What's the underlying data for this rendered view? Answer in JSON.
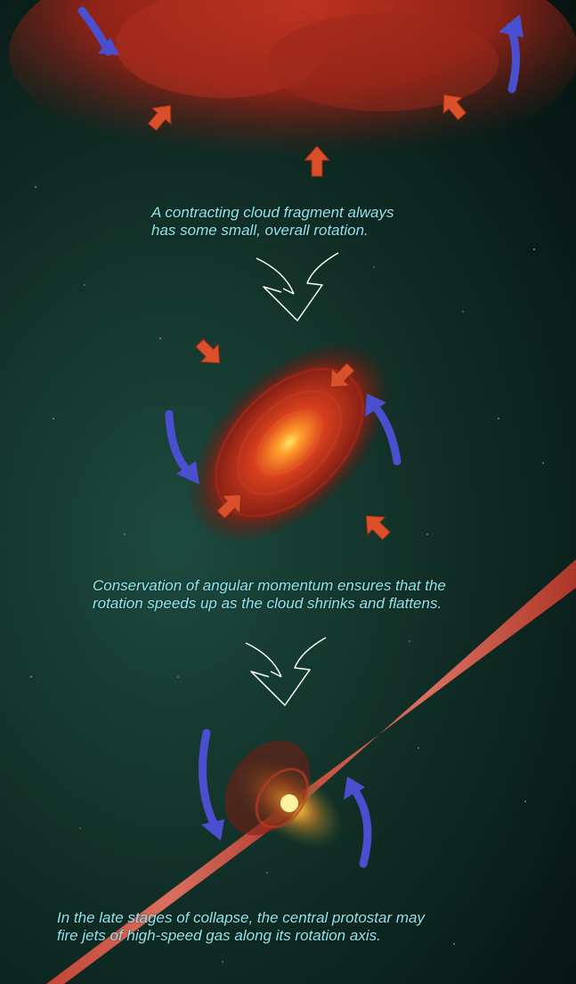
{
  "captions": {
    "stage1": [
      "A contracting cloud fragment always",
      "has some small, overall rotation."
    ],
    "stage2": [
      "Conservation of angular momentum ensures that the",
      "rotation speeds up as the cloud shrinks and flattens."
    ],
    "stage3": [
      "In the late stages of collapse, the central protostar may",
      "fire jets of high-speed gas along its rotation axis."
    ]
  },
  "colors": {
    "background": "#123229",
    "cloud": "#a8281a",
    "contraction_arrow": "#d9502a",
    "rotation_arrow": "#4a4fd0",
    "caption_text": "#8fe6ee",
    "flow_arrow": "#ffffff"
  },
  "icons": [
    "contraction-arrow-icon",
    "rotation-arrow-icon",
    "flow-arrow-icon"
  ]
}
